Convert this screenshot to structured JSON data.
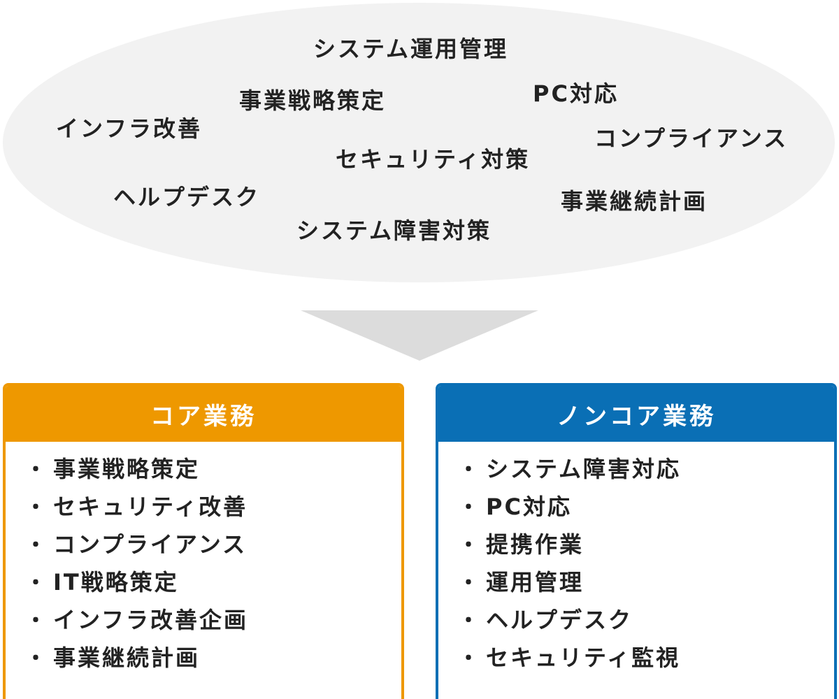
{
  "cloud": {
    "words": [
      "システム運用管理",
      "事業戦略策定",
      "PC対応",
      "インフラ改善",
      "コンプライアンス",
      "セキュリティ対策",
      "ヘルプデスク",
      "事業継続計画",
      "システム障害対策"
    ]
  },
  "colors": {
    "core": "#ee9800",
    "noncore": "#0a6fb5",
    "cloud": "#f2f2f2",
    "arrow": "#dcdcdc"
  },
  "core": {
    "title": "コア業務",
    "items": [
      "事業戦略策定",
      "セキュリティ改善",
      "コンプライアンス",
      "IT戦略策定",
      "インフラ改善企画",
      "事業継続計画"
    ]
  },
  "noncore": {
    "title": "ノンコア業務",
    "items": [
      "システム障害対応",
      "PC対応",
      "提携作業",
      "運用管理",
      "ヘルプデスク",
      "セキュリティ監視"
    ]
  },
  "bullet": "・"
}
